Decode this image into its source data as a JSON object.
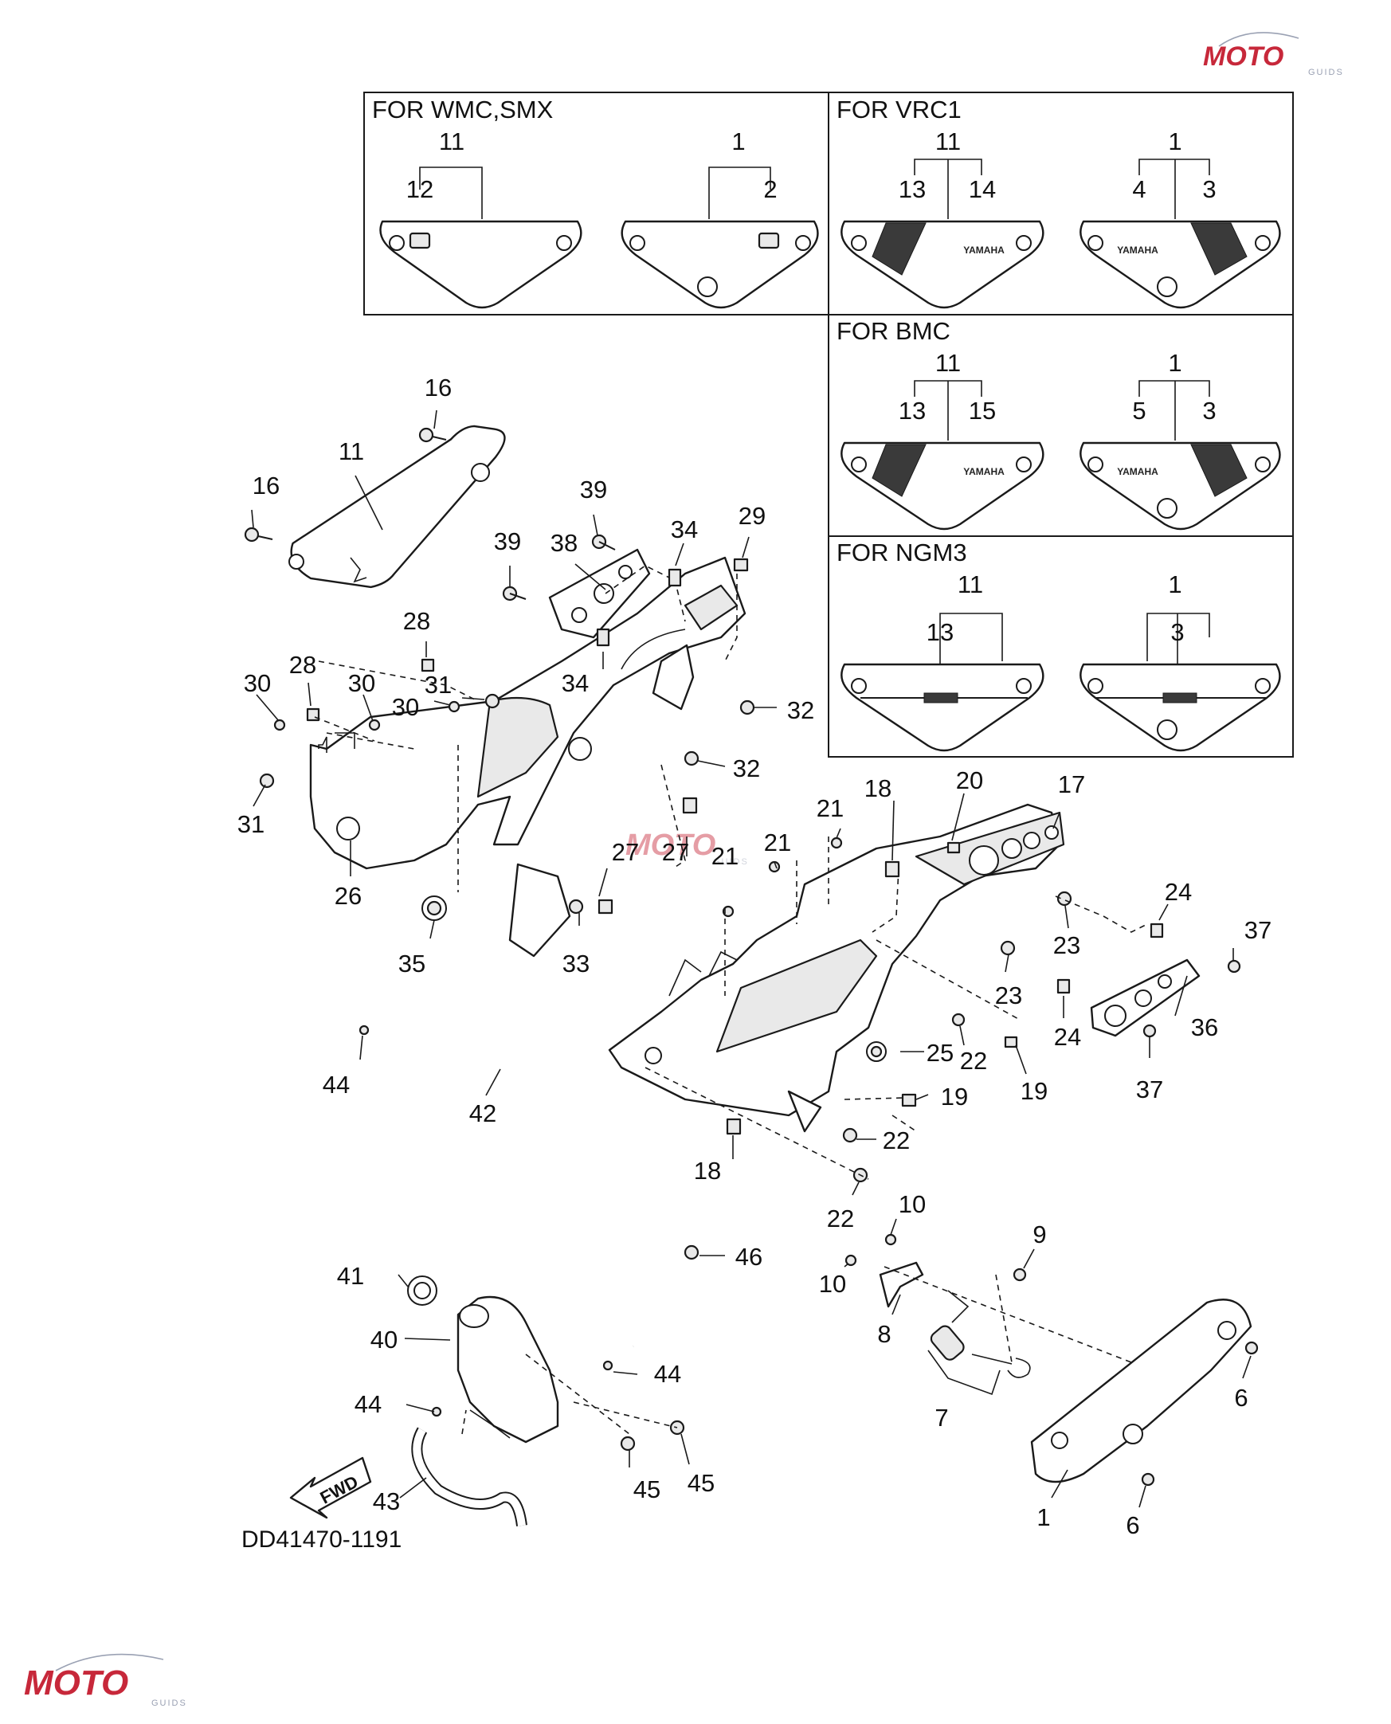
{
  "variants": [
    {
      "header": "FOR WMC,SMX",
      "left": {
        "parent": "11",
        "a": "12",
        "b": ""
      },
      "right": {
        "parent": "1",
        "a": "",
        "b": "2"
      }
    },
    {
      "header": "FOR VRC1",
      "left": {
        "parent": "11",
        "a": "13",
        "b": "14"
      },
      "right": {
        "parent": "1",
        "a": "4",
        "b": "3"
      }
    },
    {
      "header": "FOR BMC",
      "left": {
        "parent": "11",
        "a": "13",
        "b": "15"
      },
      "right": {
        "parent": "1",
        "a": "5",
        "b": "3"
      }
    },
    {
      "header": "FOR NGM3",
      "left": {
        "parent": "11",
        "a": "13",
        "b": ""
      },
      "right": {
        "parent": "1",
        "a": "",
        "b": "3"
      }
    }
  ],
  "callouts": {
    "c16a": "16",
    "c11": "11",
    "c16b": "16",
    "c39a": "39",
    "c39b": "39",
    "c38": "38",
    "c34a": "34",
    "c34b": "34",
    "c29": "29",
    "c28a": "28",
    "c28b": "28",
    "c30a": "30",
    "c30b": "30",
    "c30c": "30",
    "c31a": "31",
    "c31b": "31",
    "c32a": "32",
    "c32b": "32",
    "c26": "26",
    "c27a": "27",
    "c27b": "27",
    "c35": "35",
    "c33": "33",
    "c18a": "18",
    "c20": "20",
    "c17": "17",
    "c21a": "21",
    "c21b": "21",
    "c21c": "21",
    "c24a": "24",
    "c37a": "37",
    "c23a": "23",
    "c23b": "23",
    "c24b": "24",
    "c36": "36",
    "c37b": "37",
    "c25": "25",
    "c22a": "22",
    "c19a": "19",
    "c19b": "19",
    "c22b": "22",
    "c18b": "18",
    "c22c": "22",
    "c44a": "44",
    "c42": "42",
    "c10a": "10",
    "c9": "9",
    "c10b": "10",
    "c8": "8",
    "c7": "7",
    "c6a": "6",
    "c6b": "6",
    "c1": "1",
    "c46": "46",
    "c41": "41",
    "c40": "40",
    "c44b": "44",
    "c44c": "44",
    "c45a": "45",
    "c45b": "45",
    "c43": "43"
  },
  "fwd_label": "FWD",
  "drawing_code": "DD41470-1191",
  "decal_brand": "YAMAHA",
  "logo": {
    "text": "MOTO",
    "sub": "GUIDS",
    "accent": "#c7283a",
    "secondary": "#9aa1b3"
  }
}
